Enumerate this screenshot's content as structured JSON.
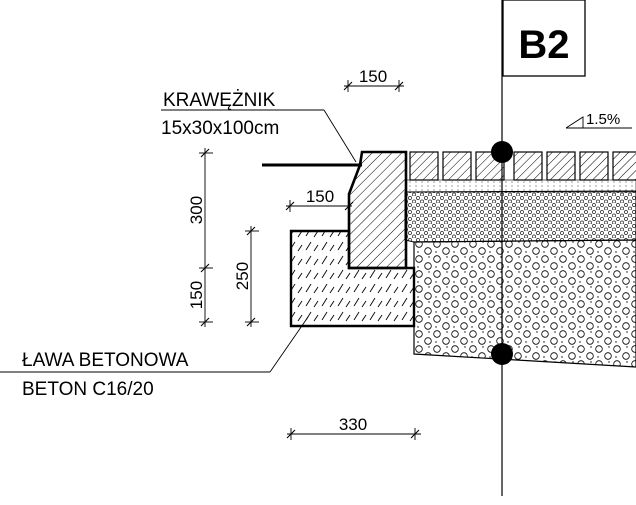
{
  "section_marker": "B2",
  "curb": {
    "name": "KRAWĘŻNIK",
    "size": "15x30x100cm"
  },
  "foundation": {
    "name": "ŁAWA BETONOWA",
    "material": "BETON C16/20"
  },
  "slope": "1.5%",
  "dimensions": {
    "top_width": "150",
    "curb_offset": "150",
    "curb_height": "300",
    "footing_height": "150",
    "footing_depth": "250",
    "footing_width": "330"
  },
  "colors": {
    "line": "#000000",
    "background": "#ffffff"
  }
}
